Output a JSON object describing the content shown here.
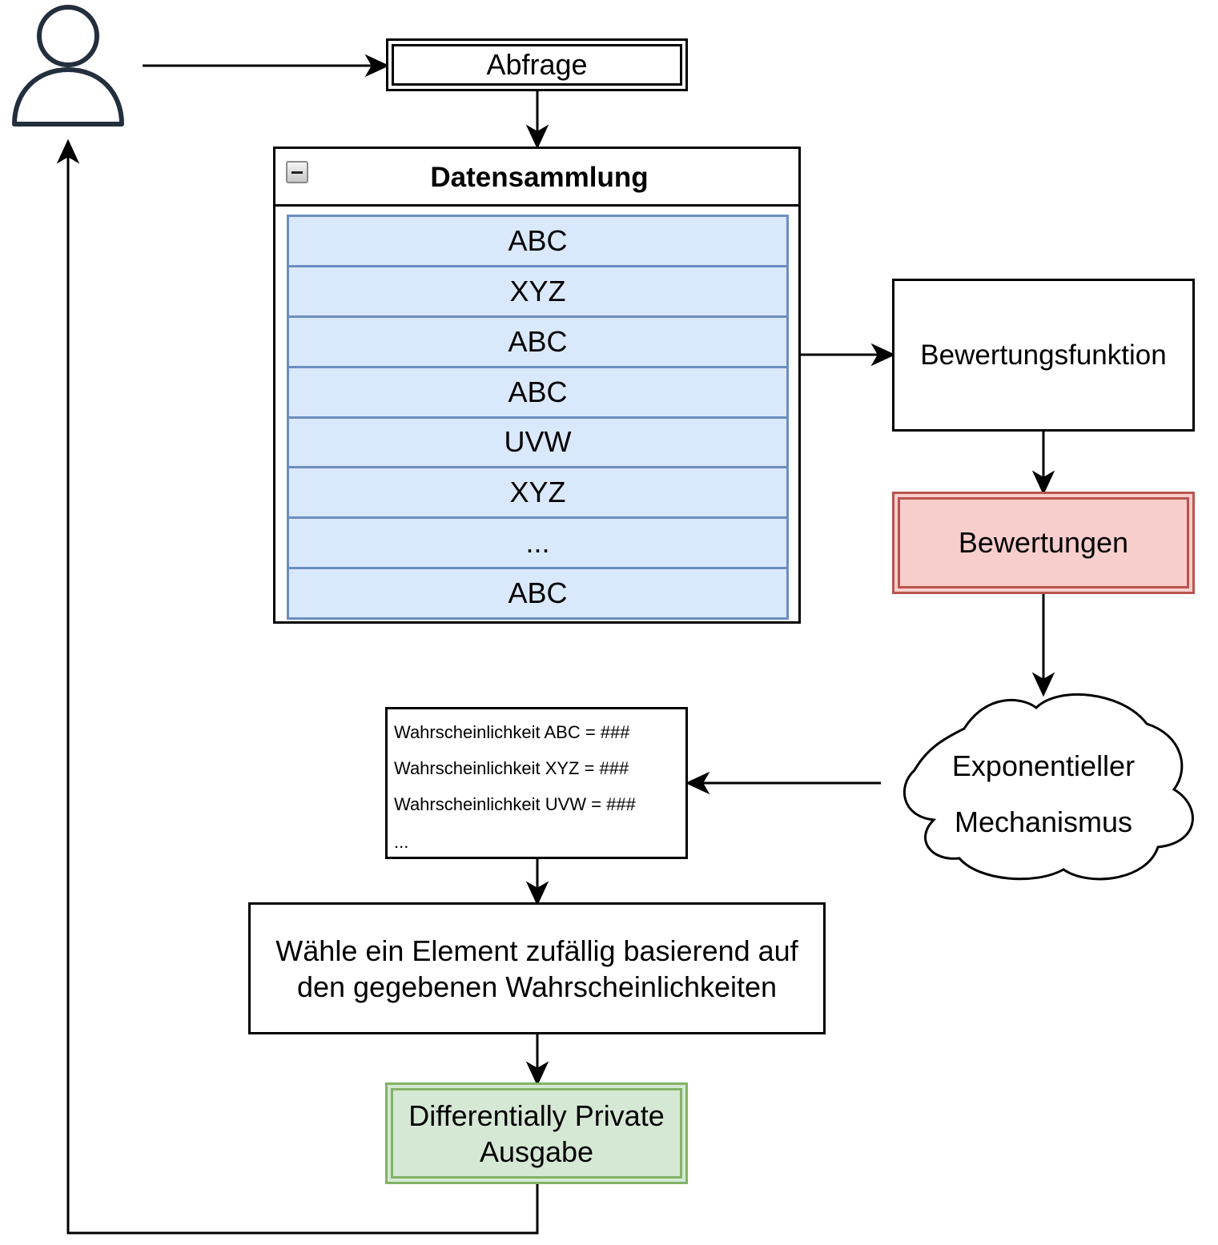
{
  "colors": {
    "line": "#000000",
    "row_fill": "#dae8fc",
    "row_stroke": "#6c8ebf",
    "scores_fill": "#f8cecc",
    "scores_stroke": "#b85450",
    "output_fill": "#d5e8d4",
    "output_stroke": "#82b366",
    "user_icon": "#232f3e"
  },
  "user": {
    "icon": "user-icon"
  },
  "query": {
    "label": "Abfrage"
  },
  "dataset": {
    "title": "Datensammlung",
    "collapse_icon": "minus-icon",
    "rows": [
      "ABC",
      "XYZ",
      "ABC",
      "ABC",
      "UVW",
      "XYZ",
      "...",
      "ABC"
    ]
  },
  "scoring": {
    "label": "Bewertungsfunktion"
  },
  "scores": {
    "label": "Bewertungen"
  },
  "mechanism": {
    "line1": "Exponentieller",
    "line2": "Mechanismus"
  },
  "probabilities": {
    "lines": [
      "Wahrscheinlichkeit ABC = ###",
      "Wahrscheinlichkeit XYZ = ###",
      "Wahrscheinlichkeit UVW = ###",
      "..."
    ]
  },
  "selection": {
    "line1": "Wähle ein Element zufällig basierend auf",
    "line2": "den gegebenen Wahrscheinlichkeiten"
  },
  "output": {
    "line1": "Differentially Private",
    "line2": "Ausgabe"
  }
}
